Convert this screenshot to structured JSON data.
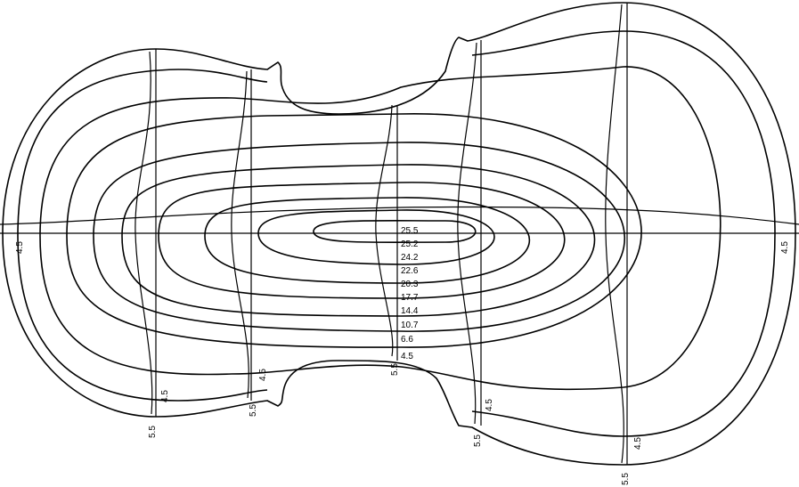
{
  "contour_labels": [
    "25.5",
    "25.2",
    "24.2",
    "22.6",
    "20.3",
    "17.7",
    "14.4",
    "10.7",
    "6.6",
    "4.5"
  ],
  "edge_labels": {
    "left": "4.5",
    "right": "4.5"
  },
  "section_labels": [
    {
      "outer": "5.5",
      "inner": "4.5"
    },
    {
      "outer": "5.5",
      "inner": "4.5"
    },
    {
      "outer": "5.5"
    },
    {
      "outer": "5.5",
      "inner": "4.5"
    },
    {
      "outer": "5.5",
      "inner": "4.5"
    }
  ]
}
